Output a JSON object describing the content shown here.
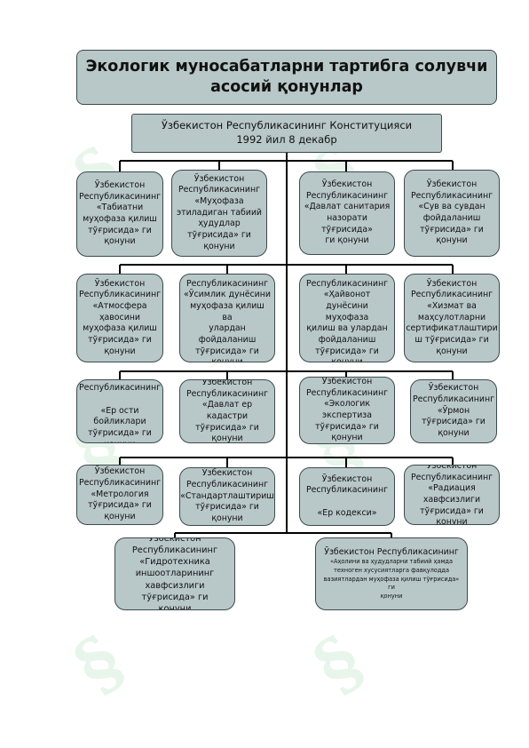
{
  "title": "Экологик муносабатларни тартибга солувчи асосий қонунлар",
  "constitution": "Ўзбекистон Республикасининг Конституцияси\n1992 йил 8 декабр",
  "laws": [
    "Ўзбекистон\nРеспубликасининг\n«Табиатни\nмуҳофаза қилиш\nтўғрисида» ги\nқонуни",
    "Ўзбекистон\nРеспубликасининг\n«Муҳофаза\nэтиладиган табиий\nҳудудлар\nтўғрисида» ги\nқонуни",
    "Ўзбекистон\nРеспубликасининг\n«Давлат санитария\nназорати тўғрисида»\nги қонуни",
    "Ўзбекистон\nРеспубликасининг\n«Сув ва сувдан\nфойдаланиш\nтўғрисида» ги\nқонуни",
    "Ўзбекистон\nРеспубликасининг\n«Атмосфера\nҳавосини\nмуҳофаза қилиш\nтўғрисида» ги\nқонуни",
    "Ўзбекистон\nРеспубликасининг\n«Ўсимлик дунёсини\nмуҳофаза қилиш ва\nулардан\nфойдаланиш\nтўғрисида» ги\nқонуни",
    "Ўзбекистон\nРеспубликасининг\n«Ҳайвонот\nдунёсини муҳофаза\nқилиш ва улардан\nфойдаланиш\nтўғрисида» ги\nқонуни",
    "Ўзбекистон\nРеспубликасининг\n«Хизмат ва\nмаҳсулотларни\nсертификатлаштири\nш тўғрисида» ги\nқонуни",
    "Ўзбекистон\nРеспубликасининг\n\n«Ер ости бойликлари\nтўғрисида» ги\nқонуни",
    "Ўзбекистон\nРеспубликасининг\n«Давлат ер кадастри\nтўғрисида» ги\nқонуни",
    "Ўзбекистон\nРеспубликасининг\n«Экологик\nэкспертиза\nтўғрисида» ги\nқонуни",
    "Ўзбекистон\nРеспубликасининг\n«Ўрмон\nтўғрисида» ги\nқонуни",
    "Ўзбекистон\nРеспубликасининг\n«Метрология\nтўғрисида» ги\nқонуни",
    "Ўзбекистон\nРеспубликасининг\n«Стандартлаштириш\nтўғрисида» ги қонуни",
    "Ўзбекистон\nРеспубликасининг\n\n«Ер кодекси»",
    "Ўзбекистон\nРеспубликасининг\n«Радиация\nхавфсизлиги\nтўғрисида» ги қонуни",
    "Ўзбекистон Республикасининг\n«Гидротехника иншоотларининг\nхавфсизлиги тўғрисида» ги\nқонуни"
  ],
  "last_law_heading": "Ўзбекистон Республикасининг",
  "last_law_body": "«Аҳолини ва ҳудудларни табиий ҳамда\nтехноген хусусиятларга фавқулодда\nвазиятлардан муҳофаза қилиш тўғрисида» ги\nқонуни",
  "colors": {
    "box_fill": "#b8c7c8",
    "border": "#3d4a4c",
    "line": "#000000",
    "watermark": "#d9efdf"
  }
}
